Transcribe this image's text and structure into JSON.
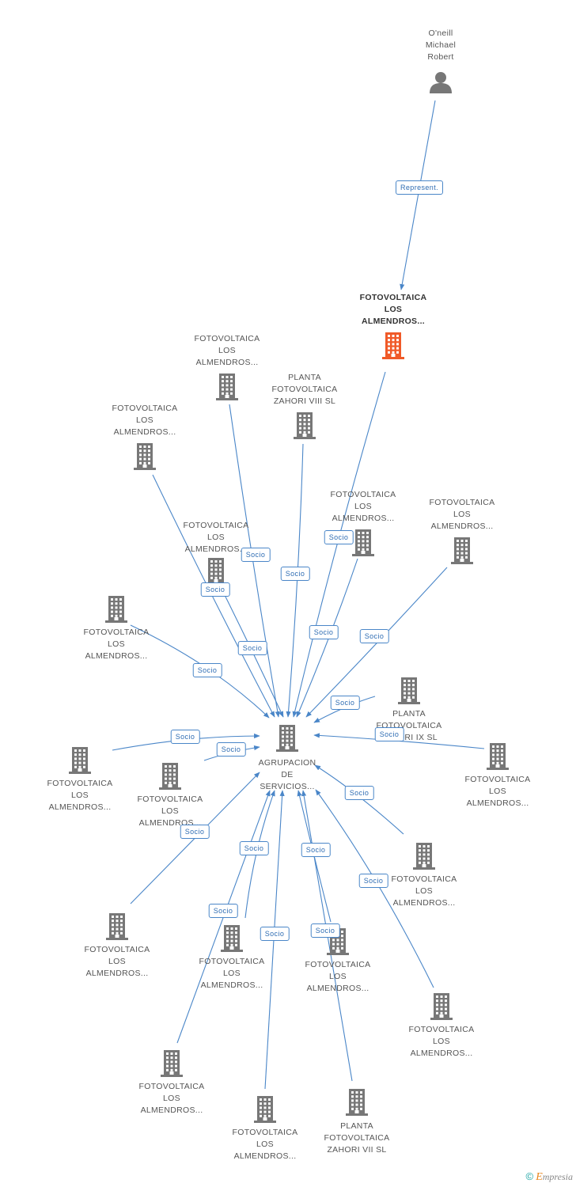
{
  "colors": {
    "edge": "#4a86c8",
    "node": "#777777",
    "focus": "#f05a28",
    "person": "#777777"
  },
  "nodes": [
    {
      "id": "person",
      "type": "person",
      "label": [
        "O'neill",
        "Michael",
        "Robert"
      ]
    },
    {
      "id": "focus",
      "type": "company",
      "focus": true,
      "label": [
        "FOTOVOLTAICA",
        "LOS",
        "ALMENDROS..."
      ]
    },
    {
      "id": "hub",
      "type": "company",
      "label": [
        "AGRUPACION",
        "DE",
        "SERVICIOS..."
      ]
    },
    {
      "id": "n1",
      "type": "company",
      "label": [
        "FOTOVOLTAICA",
        "LOS",
        "ALMENDROS..."
      ]
    },
    {
      "id": "n2",
      "type": "company",
      "label": [
        "PLANTA",
        "FOTOVOLTAICA",
        "ZAHORI VIII SL"
      ]
    },
    {
      "id": "n3",
      "type": "company",
      "label": [
        "FOTOVOLTAICA",
        "LOS",
        "ALMENDROS..."
      ]
    },
    {
      "id": "n4",
      "type": "company",
      "label": [
        "FOTOVOLTAICA",
        "LOS",
        "ALMENDROS..."
      ]
    },
    {
      "id": "n5",
      "type": "company",
      "label": [
        "FOTOVOLTAICA",
        "LOS",
        "ALMENDROS..."
      ]
    },
    {
      "id": "n6",
      "type": "company",
      "label": [
        "FOTOVOLTAICA",
        "LOS",
        "ALMENDROS..."
      ]
    },
    {
      "id": "n7",
      "type": "company",
      "label": [
        "FOTOVOLTAICA",
        "LOS",
        "ALMENDROS..."
      ]
    },
    {
      "id": "n8",
      "type": "company",
      "label": [
        "PLANTA",
        "FOTOVOLTAICA",
        "ZAHORI IX SL"
      ]
    },
    {
      "id": "n9",
      "type": "company",
      "label": [
        "FOTOVOLTAICA",
        "LOS",
        "ALMENDROS..."
      ]
    },
    {
      "id": "n10",
      "type": "company",
      "label": [
        "FOTOVOLTAICA",
        "LOS",
        "ALMENDROS..."
      ]
    },
    {
      "id": "n11",
      "type": "company",
      "label": [
        "FOTOVOLTAICA",
        "LOS",
        "ALMENDROS..."
      ]
    },
    {
      "id": "n12",
      "type": "company",
      "label": [
        "FOTOVOLTAICA",
        "LOS",
        "ALMENDROS..."
      ]
    },
    {
      "id": "n13",
      "type": "company",
      "label": [
        "FOTOVOLTAICA",
        "LOS",
        "ALMENDROS..."
      ]
    },
    {
      "id": "n14",
      "type": "company",
      "label": [
        "FOTOVOLTAICA",
        "LOS",
        "ALMENDROS..."
      ]
    },
    {
      "id": "n15",
      "type": "company",
      "label": [
        "FOTOVOLTAICA",
        "LOS",
        "ALMENDROS..."
      ]
    },
    {
      "id": "n16",
      "type": "company",
      "label": [
        "FOTOVOLTAICA",
        "LOS",
        "ALMENDROS..."
      ]
    },
    {
      "id": "n17",
      "type": "company",
      "label": [
        "FOTOVOLTAICA",
        "LOS",
        "ALMENDROS..."
      ]
    },
    {
      "id": "n18",
      "type": "company",
      "label": [
        "FOTOVOLTAICA",
        "LOS",
        "ALMENDROS..."
      ]
    },
    {
      "id": "n19",
      "type": "company",
      "label": [
        "PLANTA",
        "FOTOVOLTAICA",
        "ZAHORI VII SL"
      ]
    }
  ],
  "edges": [
    {
      "from": "person",
      "to": "focus",
      "label": "Represent."
    },
    {
      "from": "focus",
      "to": "hub",
      "label": "Socio"
    },
    {
      "from": "n1",
      "to": "hub",
      "label": "Socio"
    },
    {
      "from": "n2",
      "to": "hub",
      "label": "Socio"
    },
    {
      "from": "n3",
      "to": "hub",
      "label": "Socio"
    },
    {
      "from": "n4",
      "to": "hub",
      "label": "Socio"
    },
    {
      "from": "n5",
      "to": "hub",
      "label": "Socio"
    },
    {
      "from": "n6",
      "to": "hub",
      "label": "Socio"
    },
    {
      "from": "n7",
      "to": "hub",
      "label": "Socio"
    },
    {
      "from": "n8",
      "to": "hub",
      "label": "Socio"
    },
    {
      "from": "n9",
      "to": "hub",
      "label": "Socio"
    },
    {
      "from": "n10",
      "to": "hub",
      "label": "Socio"
    },
    {
      "from": "n11",
      "to": "hub",
      "label": "Socio"
    },
    {
      "from": "n12",
      "to": "hub",
      "label": "Socio"
    },
    {
      "from": "n13",
      "to": "hub",
      "label": "Socio"
    },
    {
      "from": "n14",
      "to": "hub",
      "label": "Socio"
    },
    {
      "from": "n15",
      "to": "hub",
      "label": "Socio"
    },
    {
      "from": "n16",
      "to": "hub",
      "label": "Socio"
    },
    {
      "from": "n17",
      "to": "hub",
      "label": "Socio"
    },
    {
      "from": "n18",
      "to": "hub",
      "label": "Socio"
    },
    {
      "from": "n19",
      "to": "hub",
      "label": "Socio"
    }
  ],
  "brand": {
    "copyright": "©",
    "initial": "E",
    "rest": "mpresia"
  }
}
